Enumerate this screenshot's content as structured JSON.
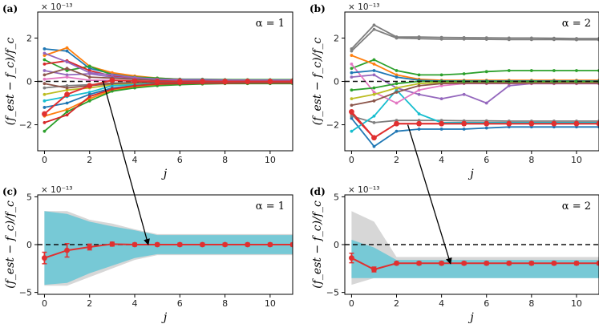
{
  "figure": {
    "exponent_label": "× 10⁻¹³",
    "ylabel": "(f_est − f_c)/f_c",
    "xlabel": "j",
    "xticks": [
      "0",
      "2",
      "4",
      "6",
      "8",
      "10"
    ]
  },
  "colors": {
    "ref_line": "#111111",
    "mean": "#e03030",
    "std_band": "#77c9d6",
    "max_band": "#d7d7d7",
    "arrow": "#000000",
    "palette": [
      "#1f77b4",
      "#ff7f0e",
      "#2ca02c",
      "#d62728",
      "#9467bd",
      "#8c564b",
      "#e377c2",
      "#7f7f7f",
      "#bcbd22",
      "#17becf"
    ]
  },
  "chart_data": [
    {
      "panel": "(a)",
      "annotation": "α = 1",
      "type": "line",
      "x": [
        0,
        1,
        2,
        3,
        4,
        5,
        6,
        7,
        8,
        9,
        10,
        11
      ],
      "yticks": [
        "−2",
        "0",
        "2"
      ],
      "xlim": [
        -0.3,
        11
      ],
      "ylim": [
        -3.2,
        3.2
      ],
      "series": [
        {
          "values": [
            1.5,
            1.4,
            0.6,
            0.35,
            0.2,
            0.12,
            0.1,
            0.08,
            0.08,
            0.07,
            0.07,
            0.07
          ]
        },
        {
          "values": [
            1.2,
            1.55,
            0.7,
            0.4,
            0.25,
            0.15,
            0.1,
            0.08,
            0.07,
            0.06,
            0.06,
            0.06
          ]
        },
        {
          "values": [
            1.0,
            0.5,
            0.7,
            0.3,
            0.2,
            0.15,
            0.1,
            0.1,
            0.08,
            0.08,
            0.08,
            0.08
          ]
        },
        {
          "values": [
            0.8,
            0.95,
            0.5,
            0.25,
            0.15,
            0.1,
            0.08,
            0.07,
            0.06,
            0.06,
            0.06,
            0.06
          ]
        },
        {
          "values": [
            0.5,
            0.3,
            0.35,
            0.2,
            0.12,
            0.08,
            0.05,
            0.05,
            0.05,
            0.05,
            0.05,
            0.05
          ]
        },
        {
          "values": [
            0.3,
            0.6,
            0.2,
            0.15,
            0.1,
            0.06,
            0.04,
            0.04,
            0.04,
            0.04,
            0.04,
            0.04
          ]
        },
        {
          "values": [
            0.1,
            0.2,
            0.05,
            0.05,
            0.02,
            0.0,
            0.01,
            0.0,
            0.01,
            0.01,
            0.01,
            0.01
          ]
        },
        {
          "values": [
            -0.3,
            -0.2,
            -0.15,
            -0.08,
            -0.05,
            -0.04,
            -0.03,
            -0.03,
            -0.03,
            -0.03,
            -0.03,
            -0.03
          ]
        },
        {
          "values": [
            -0.6,
            -0.4,
            -0.3,
            -0.15,
            -0.1,
            -0.06,
            -0.05,
            -0.05,
            -0.05,
            -0.05,
            -0.05,
            -0.05
          ]
        },
        {
          "values": [
            -0.9,
            -0.7,
            -0.5,
            -0.2,
            -0.15,
            -0.1,
            -0.08,
            -0.07,
            -0.07,
            -0.07,
            -0.07,
            -0.07
          ]
        },
        {
          "values": [
            -1.2,
            -1.0,
            -0.6,
            -0.3,
            -0.2,
            -0.12,
            -0.1,
            -0.08,
            -0.08,
            -0.08,
            -0.08,
            -0.08
          ]
        },
        {
          "values": [
            -1.6,
            -1.3,
            -0.8,
            -0.4,
            -0.25,
            -0.15,
            -0.1,
            -0.1,
            -0.08,
            -0.08,
            -0.08,
            -0.08
          ]
        },
        {
          "values": [
            -2.3,
            -1.4,
            -0.9,
            -0.45,
            -0.3,
            -0.2,
            -0.15,
            -0.12,
            -0.1,
            -0.1,
            -0.1,
            -0.1
          ]
        },
        {
          "values": [
            -1.9,
            -1.55,
            -0.7,
            -0.35,
            -0.2,
            -0.12,
            -0.1,
            -0.08,
            -0.08,
            -0.07,
            -0.07,
            -0.07
          ]
        },
        {
          "values": [
            1.3,
            0.9,
            0.4,
            0.3,
            0.18,
            0.1,
            0.08,
            0.08,
            0.06,
            0.06,
            0.06,
            0.06
          ]
        },
        {
          "values": [
            -0.1,
            -0.3,
            -0.2,
            -0.1,
            -0.06,
            -0.05,
            -0.04,
            -0.04,
            -0.04,
            -0.04,
            -0.04,
            -0.04
          ]
        }
      ],
      "mean": [
        -1.5,
        -0.6,
        -0.2,
        0.05,
        0.02,
        0.0,
        0.0,
        0.0,
        0.0,
        0.0,
        0.0,
        0.0
      ]
    },
    {
      "panel": "(b)",
      "annotation": "α = 2",
      "type": "line",
      "x": [
        0,
        1,
        2,
        3,
        4,
        5,
        6,
        7,
        8,
        9,
        10,
        11
      ],
      "yticks": [
        "−2",
        "0",
        "2"
      ],
      "xlim": [
        -0.3,
        11
      ],
      "ylim": [
        -3.2,
        3.2
      ],
      "series": [
        {
          "color_index": 7,
          "values": [
            1.5,
            2.6,
            2.05,
            2.05,
            2.03,
            2.02,
            2.01,
            2.0,
            2.0,
            1.99,
            1.98,
            1.98
          ]
        },
        {
          "color_index": 7,
          "values": [
            1.4,
            2.4,
            2.0,
            1.97,
            1.95,
            1.95,
            1.94,
            1.93,
            1.93,
            1.93,
            1.92,
            1.92
          ]
        },
        {
          "color_index": 2,
          "values": [
            0.6,
            1.0,
            0.5,
            0.3,
            0.3,
            0.35,
            0.45,
            0.5,
            0.5,
            0.5,
            0.5,
            0.5
          ]
        },
        {
          "color_index": 0,
          "values": [
            -1.7,
            -3.0,
            -2.3,
            -2.2,
            -2.2,
            -2.2,
            -2.15,
            -2.1,
            -2.1,
            -2.1,
            -2.1,
            -2.1
          ]
        },
        {
          "color_index": 3,
          "values": [
            -1.5,
            -2.6,
            -1.95,
            -1.95,
            -1.95,
            -1.95,
            -1.95,
            -1.95,
            -1.95,
            -1.95,
            -1.95,
            -1.95
          ]
        },
        {
          "color_index": 7,
          "values": [
            -1.6,
            -1.9,
            -1.8,
            -1.8,
            -1.8,
            -1.82,
            -1.82,
            -1.83,
            -1.83,
            -1.83,
            -1.83,
            -1.83
          ]
        },
        {
          "color_index": 9,
          "values": [
            -2.3,
            -1.6,
            -0.4,
            -1.5,
            -1.9,
            -1.9,
            -1.9,
            -1.9,
            -1.9,
            -1.9,
            -1.9,
            -1.9
          ]
        },
        {
          "color_index": 4,
          "values": [
            0.2,
            0.3,
            -0.3,
            -0.6,
            -0.8,
            -0.6,
            -1.0,
            -0.2,
            -0.1,
            -0.1,
            -0.1,
            -0.1
          ]
        },
        {
          "color_index": 6,
          "values": [
            0.8,
            -0.5,
            -1.0,
            -0.4,
            -0.2,
            -0.1,
            -0.1,
            -0.1,
            -0.1,
            -0.1,
            -0.1,
            -0.1
          ]
        },
        {
          "color_index": 1,
          "values": [
            1.2,
            0.8,
            0.3,
            0.1,
            0.05,
            0.05,
            0.05,
            0.05,
            0.05,
            0.05,
            0.05,
            0.05
          ]
        },
        {
          "color_index": 8,
          "values": [
            -0.8,
            -0.6,
            -0.3,
            -0.1,
            -0.05,
            -0.05,
            -0.05,
            -0.05,
            -0.05,
            -0.05,
            -0.05,
            -0.05
          ]
        },
        {
          "color_index": 5,
          "values": [
            -1.1,
            -0.9,
            -0.5,
            -0.2,
            -0.1,
            -0.08,
            -0.08,
            -0.08,
            -0.08,
            -0.08,
            -0.08,
            -0.08
          ]
        },
        {
          "color_index": 0,
          "values": [
            0.4,
            0.5,
            0.2,
            0.05,
            0.02,
            0.02,
            0.02,
            0.02,
            0.02,
            0.02,
            0.02,
            0.02
          ]
        },
        {
          "color_index": 2,
          "values": [
            -0.4,
            -0.3,
            -0.1,
            0.0,
            0.0,
            0.0,
            0.0,
            0.0,
            0.0,
            0.0,
            0.0,
            0.0
          ]
        }
      ],
      "mean": [
        -1.4,
        -2.6,
        -1.95,
        -1.95,
        -1.95,
        -1.95,
        -1.95,
        -1.95,
        -1.95,
        -1.95,
        -1.95,
        -1.95
      ]
    },
    {
      "panel": "(c)",
      "annotation": "α = 1",
      "type": "area",
      "x": [
        0,
        1,
        2,
        3,
        4,
        5,
        6,
        7,
        8,
        9,
        10,
        11
      ],
      "yticks": [
        "−5",
        "0",
        "5"
      ],
      "xlim": [
        -0.3,
        11
      ],
      "ylim": [
        -5.2,
        5.2
      ],
      "mean": [
        -1.4,
        -0.6,
        -0.25,
        0.05,
        0.0,
        0.0,
        0.0,
        0.0,
        0.0,
        0.0,
        0.0,
        0.0
      ],
      "err": [
        0.6,
        0.7,
        0.3,
        0.2,
        0.15,
        0.15,
        0.15,
        0.15,
        0.15,
        0.15,
        0.15,
        0.15
      ],
      "std_upper": [
        3.5,
        3.2,
        2.4,
        1.9,
        1.5,
        1.0,
        1.0,
        1.0,
        1.0,
        1.0,
        1.0,
        1.0
      ],
      "std_lower": [
        -4.2,
        -4.0,
        -3.0,
        -2.2,
        -1.4,
        -1.0,
        -1.0,
        -1.0,
        -1.0,
        -1.0,
        -1.0,
        -1.0
      ],
      "max_upper": [
        3.5,
        3.5,
        2.6,
        2.2,
        1.6,
        1.1,
        1.1,
        1.1,
        1.1,
        1.1,
        1.1,
        1.1
      ],
      "max_lower": [
        -4.3,
        -4.3,
        -3.4,
        -2.5,
        -1.6,
        -1.1,
        -1.1,
        -1.1,
        -1.1,
        -1.1,
        -1.1,
        -1.1
      ]
    },
    {
      "panel": "(d)",
      "annotation": "α = 2",
      "type": "area",
      "x": [
        0,
        1,
        2,
        3,
        4,
        5,
        6,
        7,
        8,
        9,
        10,
        11
      ],
      "yticks": [
        "−5",
        "0",
        "5"
      ],
      "xlim": [
        -0.3,
        11
      ],
      "ylim": [
        -5.2,
        5.2
      ],
      "mean": [
        -1.4,
        -2.6,
        -1.95,
        -1.95,
        -1.95,
        -1.95,
        -1.95,
        -1.95,
        -1.95,
        -1.95,
        -1.95,
        -1.95
      ],
      "err": [
        0.5,
        0.25,
        0.15,
        0.15,
        0.15,
        0.15,
        0.15,
        0.15,
        0.15,
        0.15,
        0.15,
        0.15
      ],
      "std_upper": [
        0.5,
        -0.3,
        -1.6,
        -1.6,
        -1.6,
        -1.6,
        -1.6,
        -1.6,
        -1.6,
        -1.6,
        -1.6,
        -1.6
      ],
      "std_lower": [
        -3.5,
        -3.5,
        -3.5,
        -3.5,
        -3.5,
        -3.5,
        -3.5,
        -3.5,
        -3.5,
        -3.5,
        -3.5,
        -3.5
      ],
      "max_upper": [
        3.5,
        2.4,
        -1.3,
        -1.3,
        -1.3,
        -1.3,
        -1.3,
        -1.3,
        -1.3,
        -1.3,
        -1.3,
        -1.3
      ],
      "max_lower": [
        -4.2,
        -3.5,
        -3.5,
        -3.5,
        -3.5,
        -3.5,
        -3.5,
        -3.5,
        -3.5,
        -3.5,
        -3.5,
        -3.5
      ]
    }
  ]
}
